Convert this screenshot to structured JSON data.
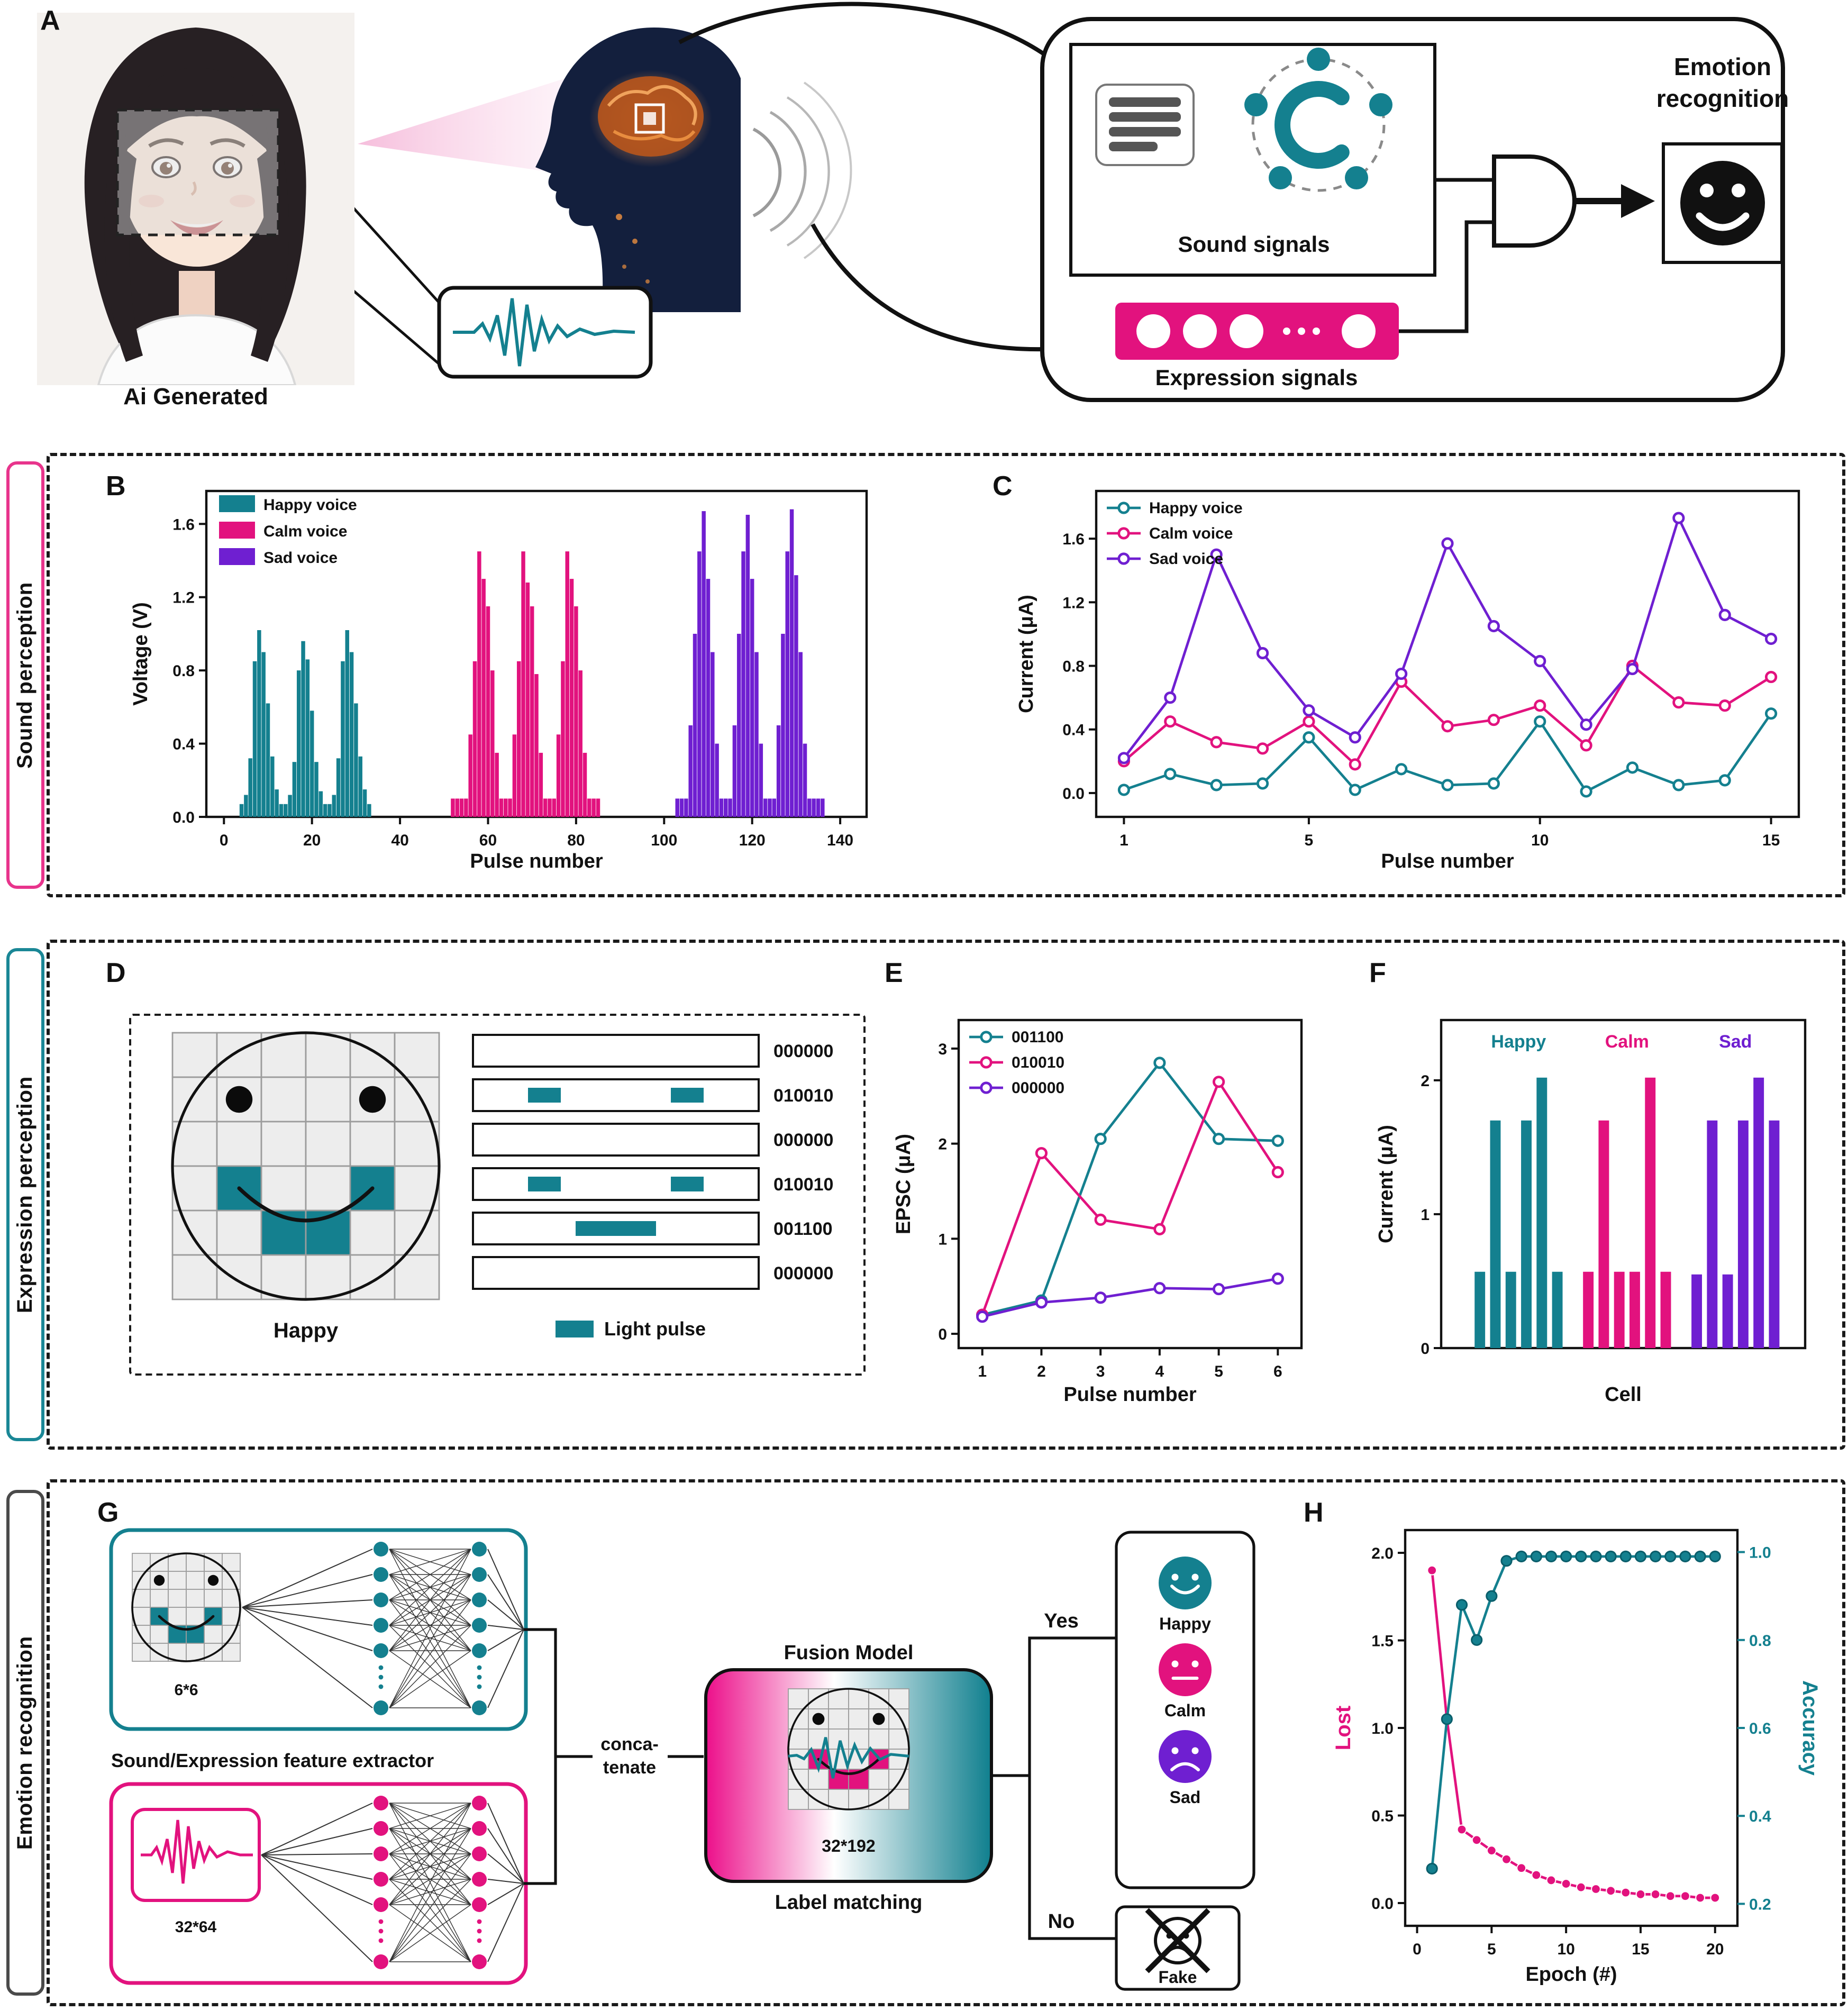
{
  "figure": {
    "panels": {
      "a": "A",
      "b": "B",
      "c": "C",
      "d": "D",
      "e": "E",
      "f": "F",
      "g": "G",
      "h": "H"
    }
  },
  "colors": {
    "teal": "#14808f",
    "pink": "#e2127e",
    "purple": "#6f1fd1",
    "ink": "#111111"
  },
  "sections": {
    "sound": {
      "label": "Sound perception",
      "border": "#e8348c"
    },
    "expression": {
      "label": "Expression perception",
      "border": "#1a8796"
    },
    "emotion": {
      "label": "Emotion recognition",
      "border": "#4a4a4a"
    }
  },
  "panel_a": {
    "caption": "Ai Generated",
    "sound_signals": "Sound signals",
    "expression_signals": "Expression signals",
    "emotion_line1": "Emotion",
    "emotion_line2": "recognition"
  },
  "panel_d": {
    "rows": 6,
    "cols": 6,
    "codes": [
      "000000",
      "010010",
      "000000",
      "010010",
      "001100",
      "000000"
    ],
    "eyes": [
      [
        1,
        1
      ],
      [
        1,
        4
      ]
    ],
    "mouth": [
      [
        3,
        1
      ],
      [
        3,
        4
      ],
      [
        4,
        2
      ],
      [
        4,
        3
      ]
    ],
    "caption": "Happy",
    "legend": "Light pulse"
  },
  "panel_g": {
    "extractor_caption": "Sound/Expression feature extractor",
    "grid_label": "6*6",
    "wave_label": "32*64",
    "concat_line1": "conca-",
    "concat_line2": "tenate",
    "fusion_title": "Fusion Model",
    "fusion_label": "32*192",
    "label_matching": "Label matching",
    "yes": "Yes",
    "no": "No",
    "outputs": [
      {
        "name": "Happy",
        "color": "teal",
        "mood": "happy"
      },
      {
        "name": "Calm",
        "color": "pink",
        "mood": "calm"
      },
      {
        "name": "Sad",
        "color": "purple",
        "mood": "sad"
      }
    ],
    "fake": {
      "name": "Fake",
      "mood": "fake"
    }
  },
  "chart_data": [
    {
      "id": "B",
      "type": "bar",
      "xlabel": "Pulse number",
      "ylabel": "Voltage (V)",
      "xlim": [
        -4,
        146
      ],
      "ylim": [
        0,
        1.78
      ],
      "xticks": [
        0,
        20,
        40,
        60,
        80,
        100,
        120,
        140
      ],
      "xtick_labels": [
        "0",
        "20",
        "40",
        "60",
        "80",
        "100",
        "120",
        "140"
      ],
      "yticks": [
        0,
        0.4,
        0.8,
        1.2,
        1.6
      ],
      "ytick_labels": [
        "0.0",
        "0.4",
        "0.8",
        "1.2",
        "1.6"
      ],
      "legend_position": "top-left",
      "series": [
        {
          "name": "Happy voice",
          "color": "teal",
          "bursts": [
            {
              "start": 4,
              "values": [
                0.07,
                0.12,
                0.32,
                0.85,
                1.02,
                0.9,
                0.62,
                0.33,
                0.15,
                0.07
              ]
            },
            {
              "start": 14,
              "values": [
                0.07,
                0.12,
                0.3,
                0.8,
                0.96,
                0.86,
                0.58,
                0.3,
                0.14,
                0.07
              ]
            },
            {
              "start": 24,
              "values": [
                0.07,
                0.12,
                0.32,
                0.85,
                1.02,
                0.9,
                0.62,
                0.33,
                0.15,
                0.07
              ]
            }
          ]
        },
        {
          "name": "Calm voice",
          "color": "pink",
          "bursts": [
            {
              "start": 52,
              "values": [
                0.1,
                0.1,
                0.1,
                0.1,
                0.45,
                0.85,
                1.45,
                1.3,
                1.15,
                0.8,
                0.35,
                0.1,
                0.1,
                0.1,
                0.45,
                0.85,
                1.45,
                1.28,
                1.15,
                0.78,
                0.35,
                0.1,
                0.1,
                0.1,
                0.45,
                0.85,
                1.45,
                1.3,
                1.15,
                0.8,
                0.35,
                0.1,
                0.1,
                0.1
              ]
            }
          ]
        },
        {
          "name": "Sad voice",
          "color": "purple",
          "bursts": [
            {
              "start": 103,
              "values": [
                0.1,
                0.1,
                0.1,
                0.5,
                1.0,
                1.45,
                1.67,
                1.3,
                0.9,
                0.4,
                0.1,
                0.1,
                0.1,
                0.5,
                1.0,
                1.45,
                1.65,
                1.3,
                0.9,
                0.4,
                0.1,
                0.1,
                0.1,
                0.5,
                1.0,
                1.45,
                1.68,
                1.32,
                0.9,
                0.4,
                0.1,
                0.1,
                0.1,
                0.1
              ]
            }
          ]
        }
      ]
    },
    {
      "id": "C",
      "type": "line",
      "xlabel": "Pulse number",
      "ylabel": "Current (μA)",
      "x": [
        1,
        2,
        3,
        4,
        5,
        6,
        7,
        8,
        9,
        10,
        11,
        12,
        13,
        14,
        15
      ],
      "xlim": [
        0.4,
        15.6
      ],
      "ylim": [
        -0.15,
        1.9
      ],
      "xticks": [
        1,
        5,
        10,
        15
      ],
      "xtick_labels": [
        "1",
        "5",
        "10",
        "15"
      ],
      "yticks": [
        0,
        0.4,
        0.8,
        1.2,
        1.6
      ],
      "ytick_labels": [
        "0.0",
        "0.4",
        "0.8",
        "1.2",
        "1.6"
      ],
      "legend_position": "top-left",
      "series": [
        {
          "name": "Happy voice",
          "color": "teal",
          "values": [
            0.02,
            0.12,
            0.05,
            0.06,
            0.35,
            0.02,
            0.15,
            0.05,
            0.06,
            0.45,
            0.01,
            0.16,
            0.05,
            0.08,
            0.5
          ]
        },
        {
          "name": "Calm voice",
          "color": "pink",
          "values": [
            0.2,
            0.45,
            0.32,
            0.28,
            0.45,
            0.18,
            0.7,
            0.42,
            0.46,
            0.55,
            0.3,
            0.8,
            0.57,
            0.55,
            0.73
          ]
        },
        {
          "name": "Sad voice",
          "color": "purple",
          "values": [
            0.22,
            0.6,
            1.5,
            0.88,
            0.52,
            0.35,
            0.75,
            1.57,
            1.05,
            0.83,
            0.43,
            0.78,
            1.73,
            1.12,
            0.97
          ]
        }
      ]
    },
    {
      "id": "E",
      "type": "line",
      "xlabel": "Pulse number",
      "ylabel": "EPSC (μA)",
      "x": [
        1,
        2,
        3,
        4,
        5,
        6
      ],
      "xlim": [
        0.6,
        6.4
      ],
      "ylim": [
        -0.15,
        3.3
      ],
      "xticks": [
        1,
        2,
        3,
        4,
        5,
        6
      ],
      "xtick_labels": [
        "1",
        "2",
        "3",
        "4",
        "5",
        "6"
      ],
      "yticks": [
        0,
        1,
        2,
        3
      ],
      "ytick_labels": [
        "0",
        "1",
        "2",
        "3"
      ],
      "legend_position": "top-left",
      "series": [
        {
          "name": "001100",
          "color": "teal",
          "values": [
            0.2,
            0.35,
            2.05,
            2.85,
            2.05,
            2.03
          ]
        },
        {
          "name": "010010",
          "color": "pink",
          "values": [
            0.2,
            1.9,
            1.2,
            1.1,
            2.65,
            1.7
          ]
        },
        {
          "name": "000000",
          "color": "purple",
          "values": [
            0.18,
            0.33,
            0.38,
            0.48,
            0.47,
            0.58
          ]
        }
      ]
    },
    {
      "id": "F",
      "type": "grouped-bar",
      "xlabel": "Cell",
      "ylabel": "Current (μA)",
      "xlim": [
        0,
        23.5
      ],
      "ylim": [
        0,
        2.45
      ],
      "yticks": [
        0,
        1,
        2
      ],
      "ytick_labels": [
        "0",
        "1",
        "2"
      ],
      "groups": [
        {
          "name": "Happy",
          "color": "teal",
          "values": [
            0.57,
            1.7,
            0.57,
            1.7,
            2.02,
            0.57
          ]
        },
        {
          "name": "Calm",
          "color": "pink",
          "values": [
            0.57,
            1.7,
            0.57,
            0.57,
            2.02,
            0.57
          ]
        },
        {
          "name": "Sad",
          "color": "purple",
          "values": [
            0.55,
            1.7,
            0.55,
            1.7,
            2.02,
            1.7
          ]
        }
      ]
    },
    {
      "id": "H",
      "type": "dual-line",
      "xlabel": "Epoch (#)",
      "ylabel_left": "Lost",
      "ylabel_right": "Accuracy",
      "x": [
        1,
        2,
        3,
        4,
        5,
        6,
        7,
        8,
        9,
        10,
        11,
        12,
        13,
        14,
        15,
        16,
        17,
        18,
        19,
        20
      ],
      "xlim": [
        -0.8,
        21.5
      ],
      "xticks": [
        0,
        5,
        10,
        15,
        20
      ],
      "xtick_labels": [
        "0",
        "5",
        "10",
        "15",
        "20"
      ],
      "ylim_left": [
        -0.13,
        2.13
      ],
      "yticks_left": [
        0,
        0.5,
        1,
        1.5,
        2
      ],
      "ytick_labels_left": [
        "0.0",
        "0.5",
        "1.0",
        "1.5",
        "2.0"
      ],
      "ylim_right": [
        0.15,
        1.05
      ],
      "yticks_right": [
        0.2,
        0.4,
        0.6,
        0.8,
        1.0
      ],
      "ytick_labels_right": [
        "0.2",
        "0.4",
        "0.6",
        "0.8",
        "1.0"
      ],
      "series_left": {
        "name": "Lost",
        "color": "pink",
        "values": [
          1.9,
          1.05,
          0.42,
          0.36,
          0.3,
          0.25,
          0.2,
          0.16,
          0.13,
          0.11,
          0.09,
          0.08,
          0.07,
          0.06,
          0.05,
          0.05,
          0.04,
          0.04,
          0.03,
          0.03
        ]
      },
      "series_right": {
        "name": "Accuracy",
        "color": "teal",
        "values": [
          0.28,
          0.62,
          0.88,
          0.8,
          0.9,
          0.98,
          0.99,
          0.99,
          0.99,
          0.99,
          0.99,
          0.99,
          0.99,
          0.99,
          0.99,
          0.99,
          0.99,
          0.99,
          0.99,
          0.99
        ]
      }
    }
  ]
}
